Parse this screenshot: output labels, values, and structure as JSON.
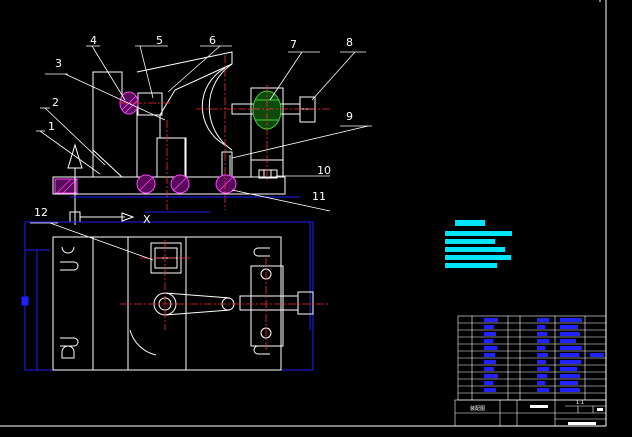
{
  "drawing": {
    "background": "#000000",
    "colors": {
      "line": "#ffffff",
      "center": "#ff2a2a",
      "dim": "#1e1eff",
      "hatch_magenta": "#ff40ff",
      "hatch_green": "#3ad13a",
      "text_cyan": "#00e5ff",
      "table_blue": "#2222ff"
    },
    "part_labels": [
      "1",
      "2",
      "3",
      "4",
      "5",
      "6",
      "7",
      "8",
      "9",
      "10",
      "11",
      "12"
    ],
    "dimension_text": "X",
    "title_block": {
      "cell_text": [
        "装配图",
        "1:1"
      ]
    }
  }
}
